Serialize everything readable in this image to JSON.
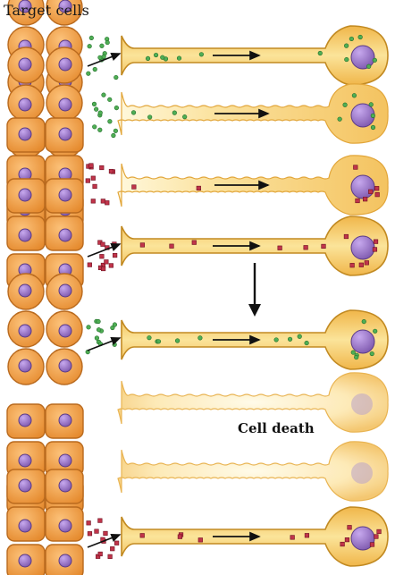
{
  "labels": {
    "target_cells": "Target cells",
    "cell_death": "Cell death"
  },
  "colors": {
    "target_cell_fill": "#f2a04a",
    "target_cell_stroke": "#b96a1e",
    "nucleus_fill": "#9a74c6",
    "neuron_fill": "#f6c65a",
    "neuron_stroke": "#c28a22",
    "green_factor": "#4fae55",
    "red_factor": "#c0344a",
    "arrow": "#111111"
  },
  "panels": [
    {
      "target_shape": "round",
      "neuron_state": "alive",
      "factor": "green",
      "uptake": true
    },
    {
      "target_shape": "round",
      "neuron_state": "retracting",
      "factor": "green",
      "uptake": false
    },
    {
      "target_shape": "square",
      "neuron_state": "retracting",
      "factor": "red",
      "uptake": false
    },
    {
      "target_shape": "square",
      "neuron_state": "alive",
      "factor": "red",
      "uptake": true
    },
    {
      "target_shape": "round",
      "neuron_state": "alive",
      "factor": "green",
      "uptake": true
    },
    {
      "target_shape": "round",
      "neuron_state": "dying",
      "factor": "none",
      "uptake": false
    },
    {
      "target_shape": "square",
      "neuron_state": "dying",
      "factor": "none",
      "uptake": false
    },
    {
      "target_shape": "square",
      "neuron_state": "alive",
      "factor": "red",
      "uptake": true
    }
  ]
}
